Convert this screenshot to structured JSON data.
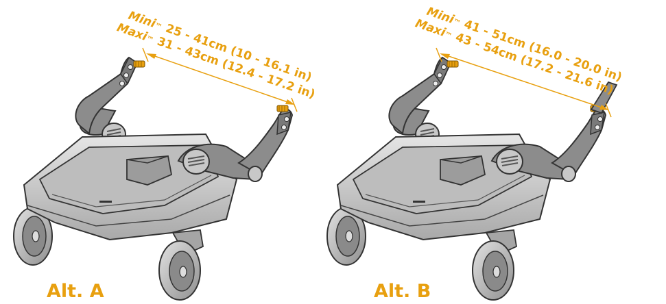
{
  "colors": {
    "accent": "#E8A010",
    "frame": "#8C8C8C",
    "frame_dark": "#5E5E5E",
    "platform": "#C9C9C9",
    "outline": "#333333"
  },
  "variants": [
    {
      "label": "Alt. A",
      "lines": [
        {
          "brand": "Mini",
          "tm": "™",
          "range": " 25 - 41cm (10 - 16.1 in)"
        },
        {
          "brand": "Maxi",
          "tm": "™",
          "range": " 31 - 43cm (12.4 - 17.2 in)"
        }
      ]
    },
    {
      "label": "Alt. B",
      "lines": [
        {
          "brand": "Mini",
          "tm": "™",
          "range": " 41 - 51cm (16.0 - 20.0 in)"
        },
        {
          "brand": "Maxi",
          "tm": "™",
          "range": " 43 - 54cm (17.2 - 21.6 in)"
        }
      ]
    }
  ]
}
